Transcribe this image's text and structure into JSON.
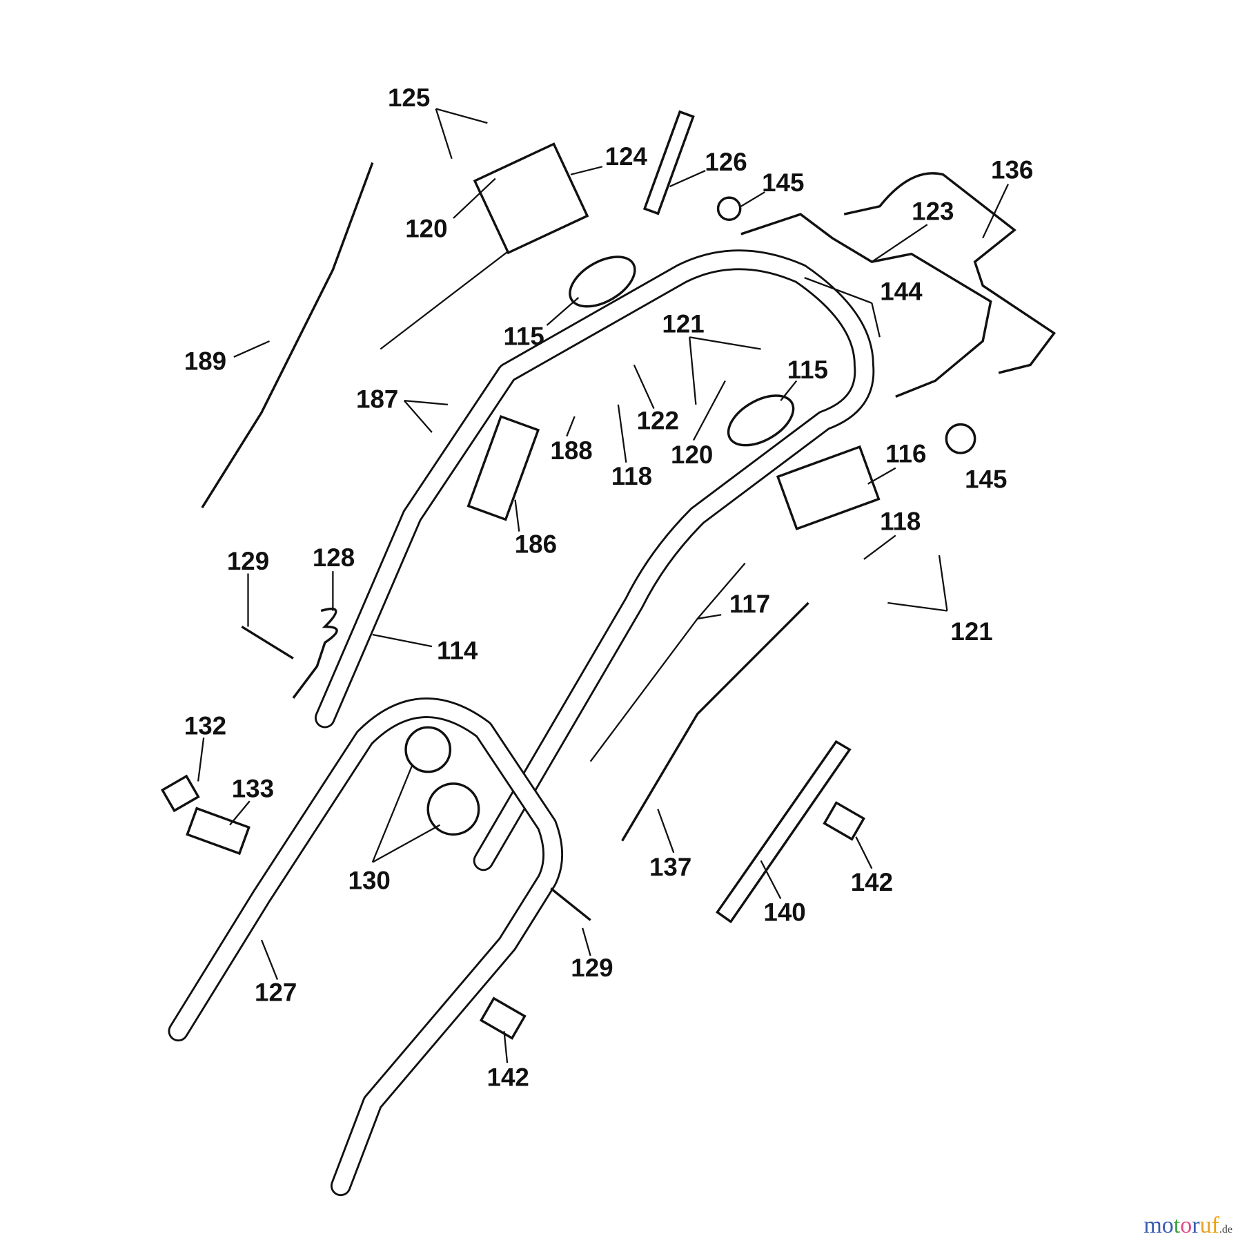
{
  "diagram": {
    "part_labels": [
      "125",
      "124",
      "126",
      "145",
      "136",
      "123",
      "120",
      "115",
      "144",
      "121",
      "115",
      "189",
      "187",
      "122",
      "120",
      "188",
      "118",
      "116",
      "145",
      "186",
      "118",
      "129",
      "128",
      "117",
      "114",
      "121",
      "132",
      "133",
      "130",
      "137",
      "140",
      "142",
      "129",
      "127",
      "142"
    ]
  },
  "watermark": {
    "text": "motoruf",
    "suffix": ".de",
    "colors": [
      "#3a5cb0",
      "#3a5cb0",
      "#3aa040",
      "#e04a8a",
      "#3a5cb0",
      "#e8a020",
      "#f0a000"
    ]
  }
}
